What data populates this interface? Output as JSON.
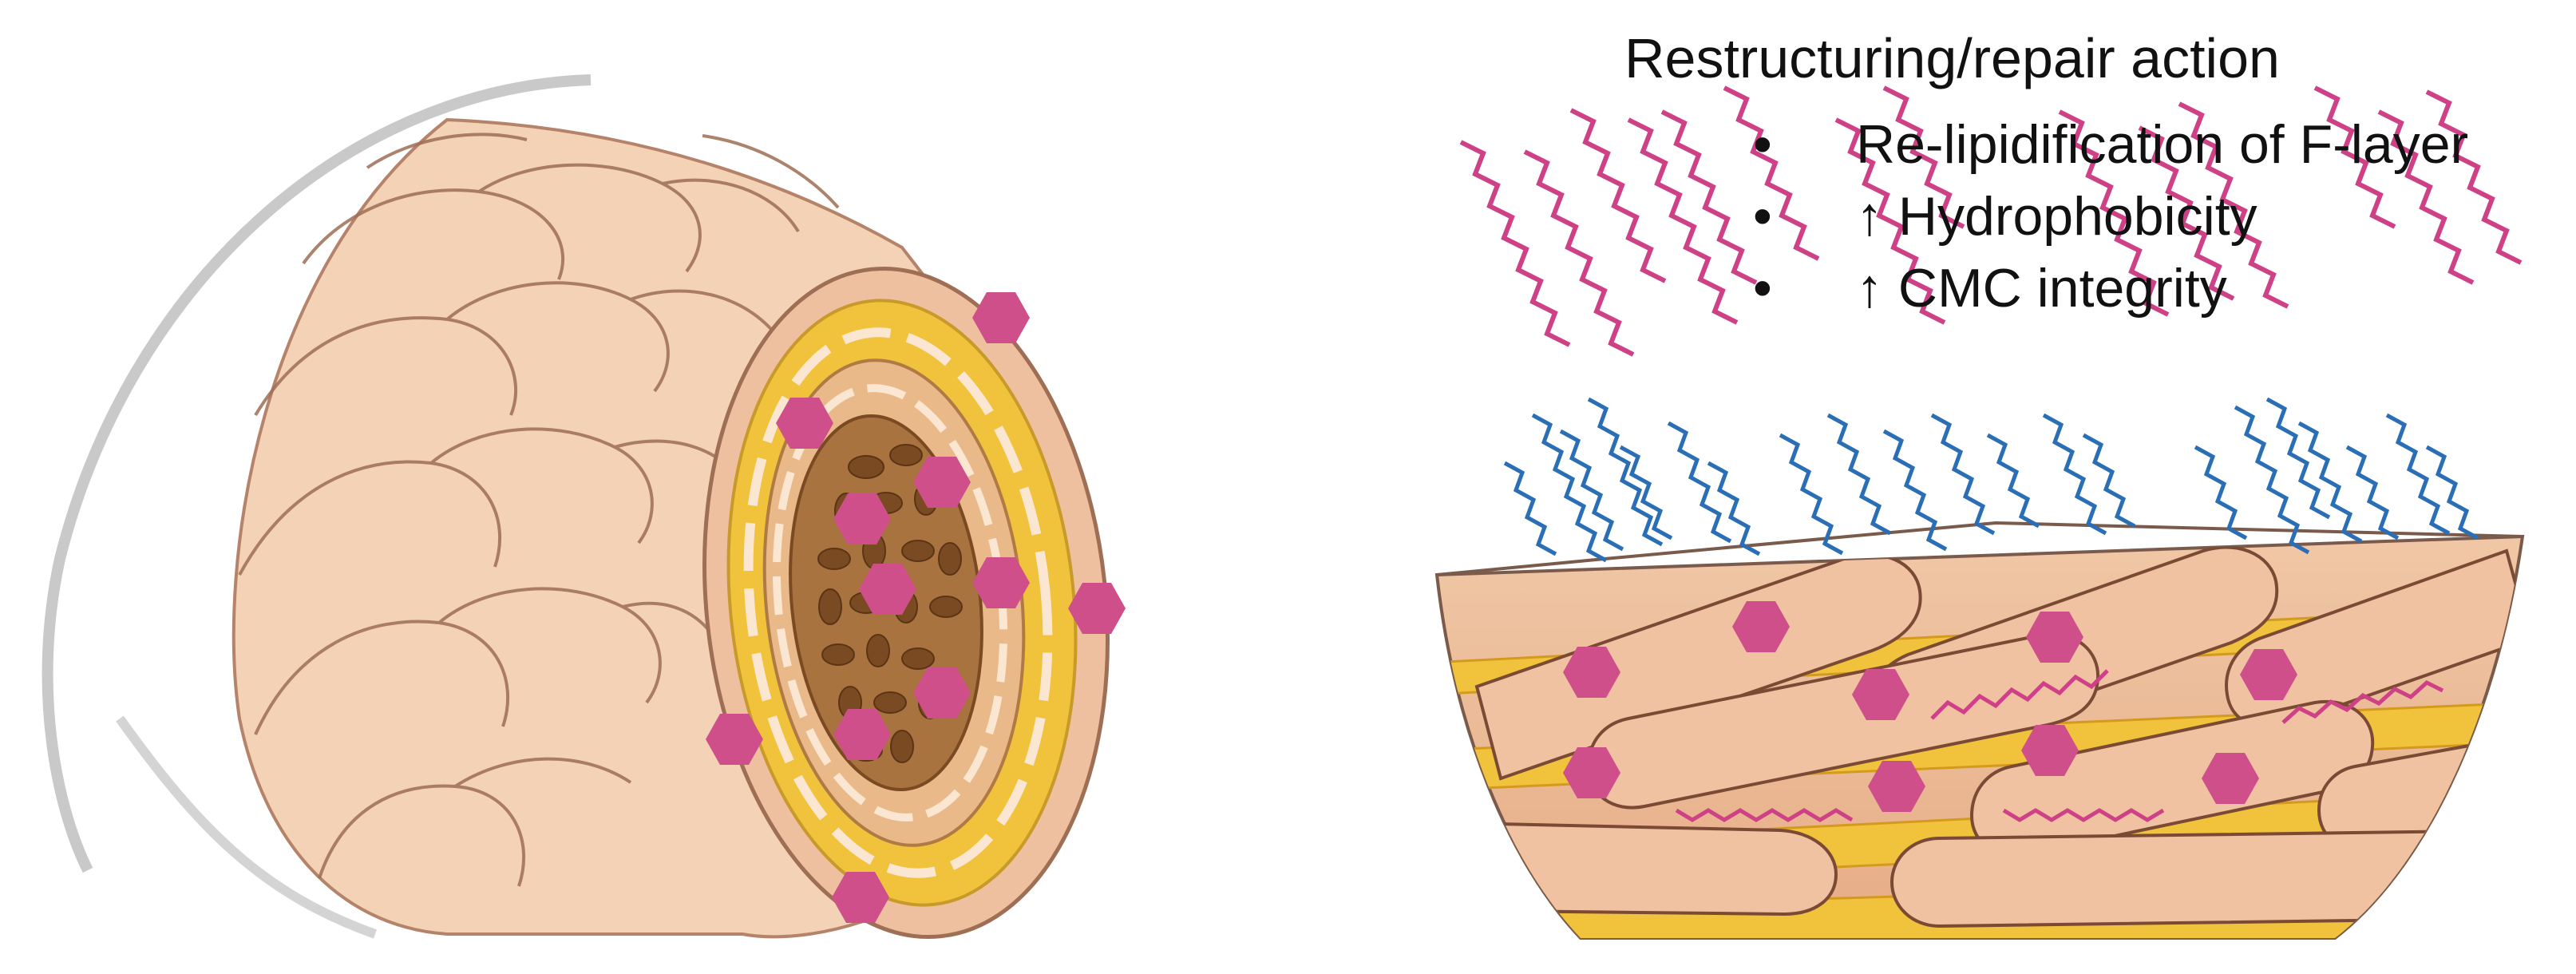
{
  "annotation": {
    "title": "Restructuring/repair action",
    "bullet_glyph": "•",
    "items": [
      {
        "text": "Re-lipidification of F-layer"
      },
      {
        "text": "↑  Hydrophobicity"
      },
      {
        "text": "↑  CMC integrity"
      }
    ]
  },
  "colors": {
    "cuticle_fill": "#f3cfb3",
    "cuticle_edge": "#b5836a",
    "cortex_fill": "#a9733f",
    "macrofibril": "#7a4a22",
    "cmc_yellow": "#f1c23c",
    "active_hexagon": "#cf4f8a",
    "free_lipid_chain": "#cf4187",
    "bound_lipid_chain": "#2a6fb5",
    "cortex_cells": "#f0c2a2"
  },
  "icons": [
    "hair-fiber-cross-section-illustration",
    "hair-surface-cutaway-illustration",
    "hexagon-active-icon",
    "lipid-chain-icon"
  ]
}
